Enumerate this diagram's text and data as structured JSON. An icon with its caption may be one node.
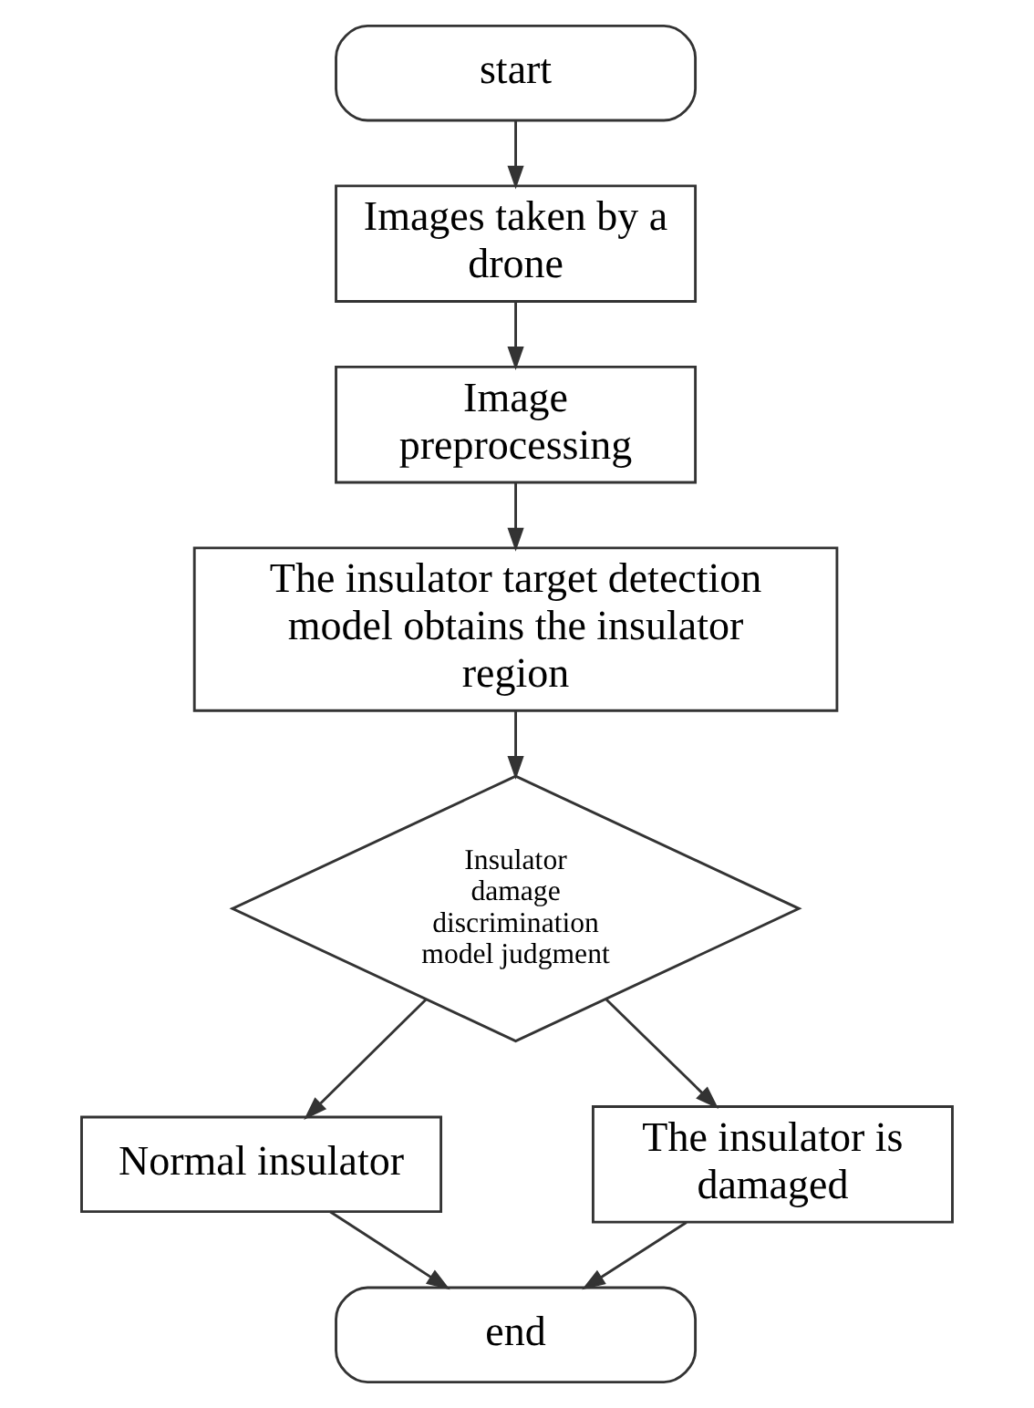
{
  "diagram": {
    "nodes": [
      {
        "text": [
          "start"
        ]
      },
      {
        "text": [
          "Images taken by a drone"
        ]
      },
      {
        "text": [
          "Image preprocessing"
        ]
      },
      {
        "text": [
          "The insulator target detection model obtains the insulator region"
        ]
      },
      {
        "text": [
          "Insulator damage discrimination model judgment"
        ]
      },
      {
        "text": [
          "Normal insulator"
        ]
      },
      {
        "text": [
          "The insulator is damaged"
        ]
      },
      {
        "text": [
          "end"
        ]
      }
    ],
    "edges": [
      {
        "from": 0,
        "to": 1,
        "arrow": "to"
      },
      {
        "from": 1,
        "to": 2,
        "arrow": "to"
      },
      {
        "from": 2,
        "to": 3,
        "arrow": "to"
      },
      {
        "from": 3,
        "to": 4,
        "arrow": "to"
      },
      {
        "from": 4,
        "to": 5,
        "arrow": "to"
      },
      {
        "from": 4,
        "to": 6,
        "arrow": "to"
      },
      {
        "from": 5,
        "to": 7,
        "arrow": "to"
      },
      {
        "from": 6,
        "to": 7,
        "arrow": "to"
      }
    ]
  }
}
